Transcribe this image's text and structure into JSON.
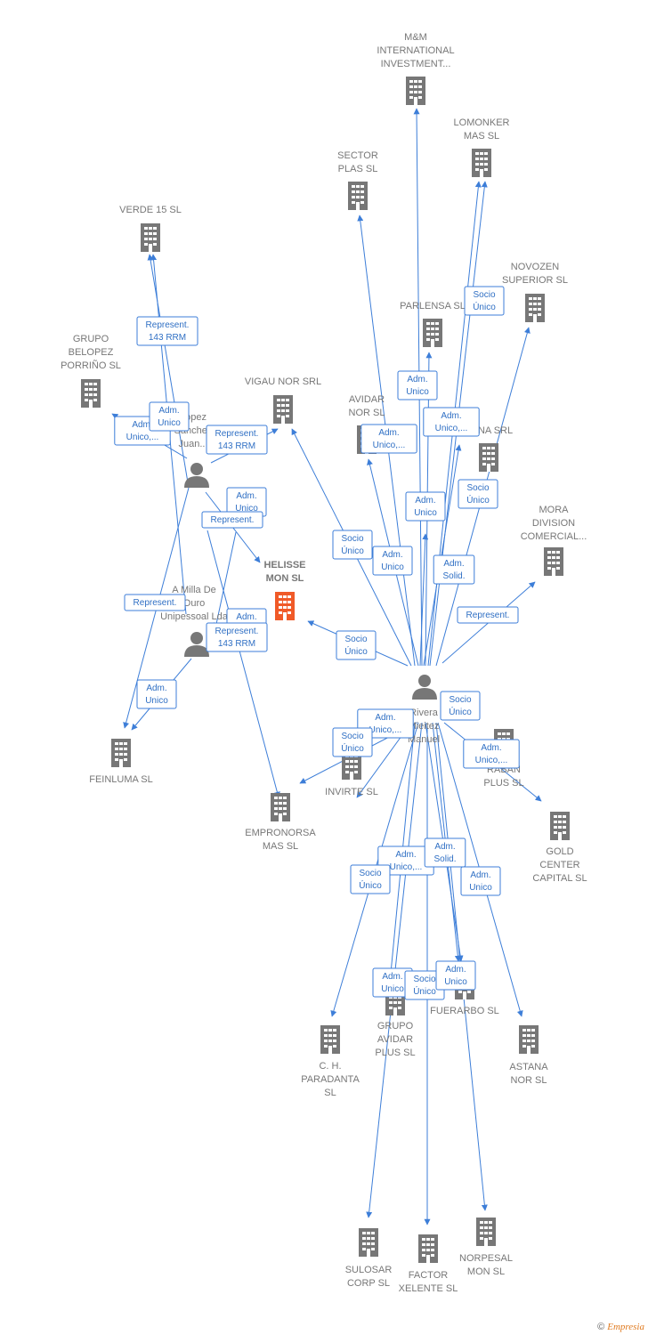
{
  "colors": {
    "edge": "#3d7ed8",
    "company": "#777777",
    "focus": "#f05a28",
    "person": "#777777"
  },
  "companies": [
    {
      "id": "mm",
      "lines": [
        "M&M",
        "INTERNATIONAL",
        "INVESTMENT..."
      ]
    },
    {
      "id": "lomonker",
      "lines": [
        "LOMONKER",
        "MAS  SL"
      ]
    },
    {
      "id": "sector",
      "lines": [
        "SECTOR",
        "PLAS  SL"
      ]
    },
    {
      "id": "verde",
      "lines": [
        "VERDE 15  SL"
      ]
    },
    {
      "id": "novozen",
      "lines": [
        "NOVOZEN",
        "SUPERIOR  SL"
      ]
    },
    {
      "id": "parlensa",
      "lines": [
        "PARLENSA SL"
      ]
    },
    {
      "id": "belopez",
      "lines": [
        "GRUPO",
        "BELOPEZ",
        "PORRIÑO SL"
      ]
    },
    {
      "id": "vigau",
      "lines": [
        "VIGAU NOR SRL"
      ]
    },
    {
      "id": "avidarnor",
      "lines": [
        "AVIDAR",
        "NOR SL"
      ]
    },
    {
      "id": "tona",
      "lines": [
        "TONA SRL"
      ]
    },
    {
      "id": "mora",
      "lines": [
        "MORA",
        "DIVISION",
        "COMERCIAL..."
      ]
    },
    {
      "id": "helisse",
      "lines": [
        "HELISSE",
        "MON  SL"
      ],
      "focus": true
    },
    {
      "id": "feinluma",
      "lines": [
        "FEINLUMA  SL"
      ]
    },
    {
      "id": "empronorsa",
      "lines": [
        "EMPRONORSA",
        "MAS  SL"
      ]
    },
    {
      "id": "invirte",
      "lines": [
        "INVIRTE  SL"
      ]
    },
    {
      "id": "raban",
      "lines": [
        "RABAN",
        "PLUS  SL"
      ]
    },
    {
      "id": "gold",
      "lines": [
        "GOLD",
        "CENTER",
        "CAPITAL SL"
      ]
    },
    {
      "id": "paradanta",
      "lines": [
        "C.  H.",
        "PARADANTA",
        "SL"
      ]
    },
    {
      "id": "grupoavidar",
      "lines": [
        "GRUPO",
        "AVIDAR",
        "PLUS SL"
      ]
    },
    {
      "id": "fuerarbo",
      "lines": [
        "FUERARBO SL"
      ]
    },
    {
      "id": "astana",
      "lines": [
        "ASTANA",
        "NOR SL"
      ]
    },
    {
      "id": "sulosar",
      "lines": [
        "SULOSAR",
        "CORP  SL"
      ]
    },
    {
      "id": "factor",
      "lines": [
        "FACTOR",
        "XELENTE  SL"
      ]
    },
    {
      "id": "norpesal",
      "lines": [
        "NORPESAL",
        "MON  SL"
      ]
    }
  ],
  "persons": [
    {
      "id": "lopez",
      "lines": [
        "Lopez",
        "Sanchez",
        "Juan..."
      ]
    },
    {
      "id": "milla",
      "lines": [
        "A Milla De",
        "Ouro",
        "Unipessoal Lda"
      ]
    },
    {
      "id": "rivera",
      "lines": [
        "Rivera",
        "Mieitez",
        "Manuel"
      ]
    }
  ],
  "relations": [
    {
      "lines": [
        "Represent.",
        "143 RRM"
      ]
    },
    {
      "lines": [
        "Adm.",
        "Unico,..."
      ]
    },
    {
      "lines": [
        "Adm.",
        "Unico"
      ]
    },
    {
      "lines": [
        "Represent.",
        "143 RRM"
      ]
    },
    {
      "lines": [
        "Adm.",
        "Unico"
      ]
    },
    {
      "lines": [
        "Represent."
      ]
    },
    {
      "lines": [
        "Represent."
      ]
    },
    {
      "lines": [
        "Adm.",
        "Unico"
      ]
    },
    {
      "lines": [
        "Represent.",
        "143 RRM"
      ]
    },
    {
      "lines": [
        "Adm.",
        "Unico"
      ]
    },
    {
      "lines": [
        "Socio",
        "Único"
      ]
    },
    {
      "lines": [
        "Adm.",
        "Unico"
      ]
    },
    {
      "lines": [
        "Adm.",
        "Unico,..."
      ]
    },
    {
      "lines": [
        "Adm.",
        "Unico,..."
      ]
    },
    {
      "lines": [
        "Adm.",
        "Unico"
      ]
    },
    {
      "lines": [
        "Socio",
        "Único"
      ]
    },
    {
      "lines": [
        "Socio",
        "Único"
      ]
    },
    {
      "lines": [
        "Adm.",
        "Unico"
      ]
    },
    {
      "lines": [
        "Adm.",
        "Solid."
      ]
    },
    {
      "lines": [
        "Represent."
      ]
    },
    {
      "lines": [
        "Socio",
        "Único"
      ]
    },
    {
      "lines": [
        "Socio",
        "Único"
      ]
    },
    {
      "lines": [
        "Adm.",
        "Unico,..."
      ]
    },
    {
      "lines": [
        "Socio",
        "Único"
      ]
    },
    {
      "lines": [
        "Adm.",
        "Unico,..."
      ]
    },
    {
      "lines": [
        "Adm.",
        "Unico,..."
      ]
    },
    {
      "lines": [
        "Adm.",
        "Solid."
      ]
    },
    {
      "lines": [
        "Adm.",
        "Unico"
      ]
    },
    {
      "lines": [
        "Socio",
        "Único"
      ]
    },
    {
      "lines": [
        "Adm.",
        "Unico"
      ]
    },
    {
      "lines": [
        "Socio",
        "Único"
      ]
    },
    {
      "lines": [
        "Adm.",
        "Unico"
      ]
    }
  ],
  "footer": {
    "copyright": "©",
    "brand": "Empresia"
  }
}
